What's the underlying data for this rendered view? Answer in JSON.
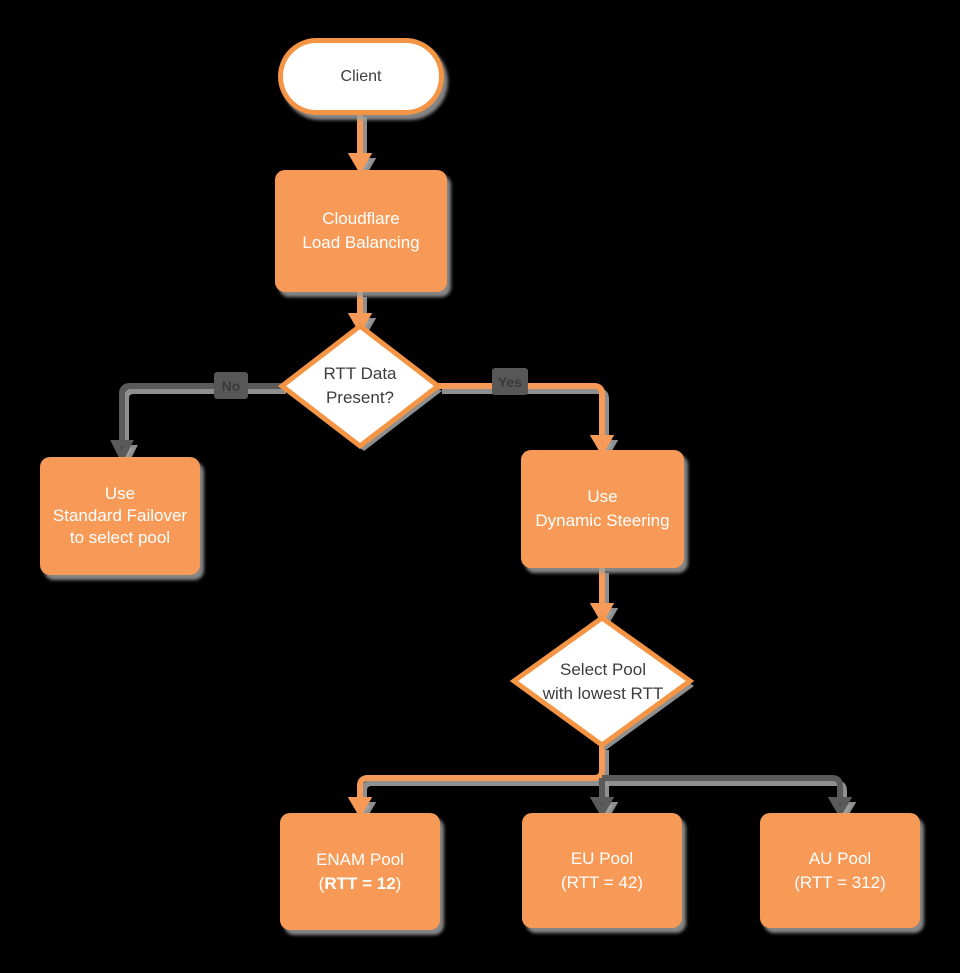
{
  "nodes": {
    "client": {
      "label": "Client"
    },
    "load_balancer": {
      "lines": [
        "Cloudflare",
        "Load Balancing"
      ]
    },
    "rtt_decision": {
      "lines": [
        "RTT Data",
        "Present?"
      ]
    },
    "standard_failover": {
      "lines": [
        "Use",
        "Standard Failover",
        "to select pool"
      ]
    },
    "dynamic_steering": {
      "lines": [
        "Use",
        "Dynamic Steering"
      ]
    },
    "select_pool": {
      "lines": [
        "Select Pool",
        "with lowest RTT"
      ]
    },
    "enam_pool": {
      "line1": "ENAM Pool",
      "rtt_open": "(",
      "rtt_bold": "RTT = 12",
      "rtt_close": ")"
    },
    "eu_pool": {
      "line1": "EU Pool",
      "line2": "(RTT = 42)"
    },
    "au_pool": {
      "line1": "AU Pool",
      "line2": "(RTT = 312)"
    }
  },
  "edge_labels": {
    "no": "No",
    "yes": "Yes"
  },
  "colors": {
    "node_orange": "#F79A57",
    "outline_orange": "#F39544",
    "connector_gray": "#5A5A5A",
    "shadow_gray": "#9E9E9E",
    "edge_label_bg": "#575757",
    "text_dark": "#3D3D3D",
    "text_light": "#FFFFFF",
    "background": "#000000"
  }
}
